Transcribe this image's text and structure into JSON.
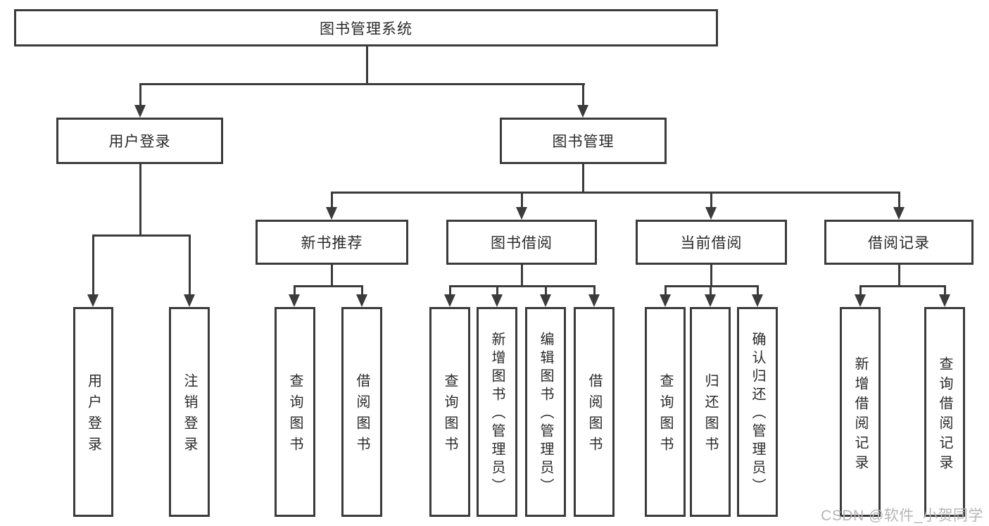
{
  "diagram": {
    "title": "图书管理系统",
    "colors": {
      "line": "#3b3b3b",
      "background": "#ffffff",
      "watermark_gray": "#b7b4b4"
    },
    "nodes": {
      "root": "图书管理系统",
      "user_login": "用户登录",
      "book_management": "图书管理",
      "new_book_rec": "新书推荐",
      "book_borrow": "图书借阅",
      "current_borrow": "当前借阅",
      "borrow_record": "借阅记录"
    },
    "leaves": {
      "ul_login": "用户登录",
      "ul_logout": "注销登录",
      "nbr_query": "查询图书",
      "nbr_borrow": "借阅图书",
      "bb_query": "查询图书",
      "bb_add": "新增图书（管理员）",
      "bb_edit": "编辑图书（管理员）",
      "bb_borrow": "借阅图书",
      "cb_query": "查询图书",
      "cb_return": "归还图书",
      "cb_confirm": "确认归还（管理员）",
      "br_add": "新增借阅记录",
      "br_query": "查询借阅记录"
    },
    "watermark": "CSDN @软件_小贺同学"
  }
}
